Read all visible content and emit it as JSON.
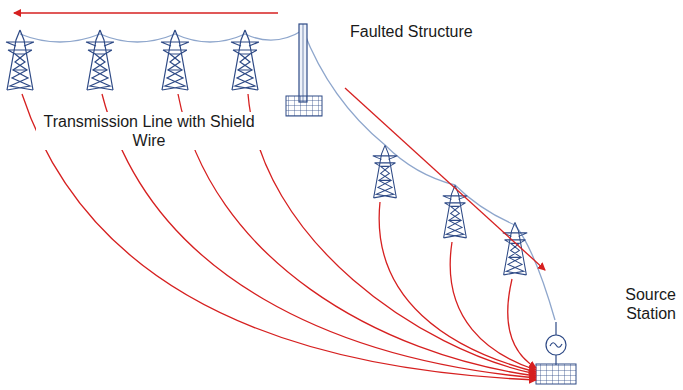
{
  "diagram": {
    "labels": [
      "Faulted Structure",
      "Transmission Line with Shield Wire",
      "Source Station"
    ]
  }
}
